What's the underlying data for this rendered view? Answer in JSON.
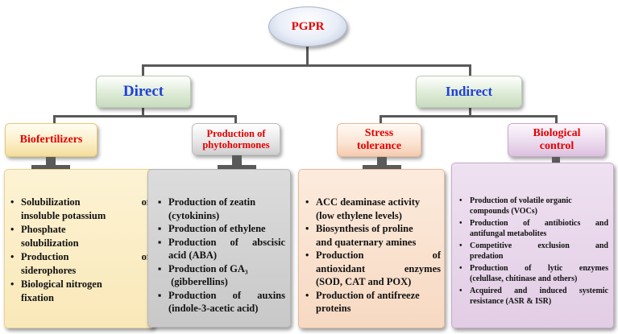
{
  "root": {
    "label": "PGPR"
  },
  "branches": [
    {
      "label": "Direct",
      "categories": [
        {
          "title_lines": [
            "Biofertilizers"
          ],
          "items": [
            [
              "Solubilization of",
              "insoluble potassium"
            ],
            [
              "Phosphate",
              "solubilization"
            ],
            [
              "Production of",
              "siderophores"
            ],
            [
              "Biological nitrogen",
              "fixation"
            ]
          ]
        },
        {
          "title_lines": [
            "Production of",
            "phytohormones"
          ],
          "items": [
            [
              "Production of zeatin",
              "(cytokinins)"
            ],
            [
              "Production of ethylene"
            ],
            [
              "Production of abscisic",
              "acid (ABA)"
            ],
            [
              "Production of GA₃",
              " (gibberellins)"
            ],
            [
              "Production of auxins",
              "(indole-3-acetic acid)"
            ]
          ]
        }
      ]
    },
    {
      "label": "Indirect",
      "categories": [
        {
          "title_lines": [
            "Stress",
            "tolerance"
          ],
          "items": [
            [
              "ACC deaminase activity",
              "(low ethylene levels)"
            ],
            [
              "Biosynthesis of proline",
              "and quaternary amines"
            ],
            [
              "Production of",
              "antioxidant enzymes",
              "(SOD, CAT and POX)"
            ],
            [
              "Production of antifreeze",
              "proteins"
            ]
          ]
        },
        {
          "title_lines": [
            "Biological",
            "control"
          ],
          "items": [
            [
              "Production of volatile organic",
              "compounds (VOCs)"
            ],
            [
              "Production of antibiotics and",
              "antifungal metabolites"
            ],
            [
              "Competitive exclusion and",
              "predation"
            ],
            [
              "Production of lytic enzymes",
              "(celullase, chitinase and others)"
            ],
            [
              "Acquired and induced systemic",
              "resistance (ASR & ISR)"
            ]
          ]
        }
      ]
    }
  ],
  "colors": {
    "title_text": "#e60000",
    "branch_text": "#1f3fd8",
    "biofertilizers_panel": "#fbeec5",
    "phytohormones_panel": "#d4d4d4",
    "stress_panel": "#fbe4d3",
    "control_panel": "#ead9ec"
  }
}
